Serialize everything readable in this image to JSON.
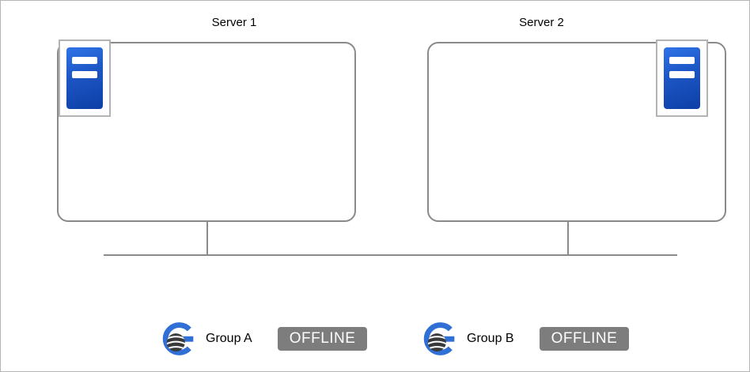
{
  "servers": [
    {
      "title": "Server 1",
      "icon": "server-tower-icon"
    },
    {
      "title": "Server 2",
      "icon": "server-tower-icon"
    }
  ],
  "groups": [
    {
      "label": "Group A",
      "status": "OFFLINE",
      "icon": "cluster-group-logo-icon"
    },
    {
      "label": "Group B",
      "status": "OFFLINE",
      "icon": "cluster-group-logo-icon"
    }
  ],
  "colors": {
    "page_border": "#b5b5b5",
    "box_border": "#8a8a8a",
    "network_line": "#8a8a8a",
    "server_icon_blue": "#1c55c4",
    "icon_frame_border": "#b3b3b3",
    "badge_bg": "#7d7d7d",
    "badge_text": "#ffffff",
    "logo_blue": "#2f6fd6",
    "logo_dark": "#3a3a3a"
  }
}
